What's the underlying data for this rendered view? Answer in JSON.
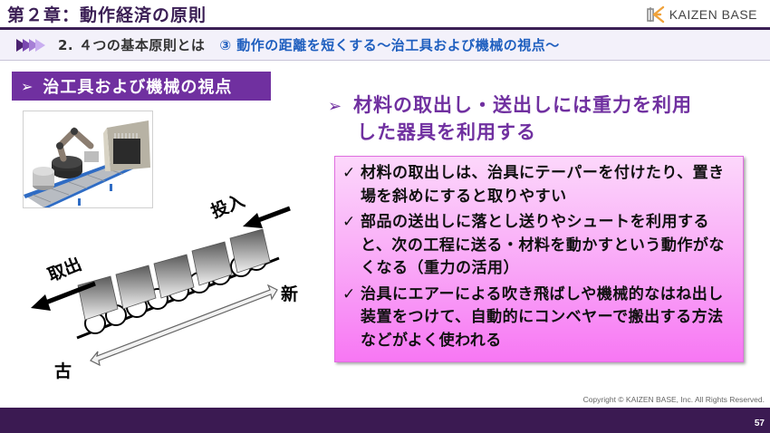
{
  "header": {
    "chapter_title": "第２章：動作経済の原則",
    "logo_text": "KAIZEN BASE",
    "accent_color": "#3b1f55",
    "logo_color": "#f0a23a"
  },
  "subheader": {
    "prefix": "2.  ４つの基本原則とは",
    "topic": "③ 動作の距離を短くする〜治工具および機械の視点〜",
    "topic_color": "#1f5fbf"
  },
  "left": {
    "section_label": "治工具および機械の視点",
    "section_chevron": "➢",
    "section_color": "#7030a0",
    "photo_alt": "robot arm and conveyor illustration",
    "diagram": {
      "label_in": "投入",
      "label_out": "取出",
      "label_new": "新",
      "label_old": "古"
    }
  },
  "right": {
    "heading_chevron": "➢",
    "heading_line1": "材料の取出し・送出しには重力を利用",
    "heading_line2": "した器具を利用する",
    "items": [
      {
        "check": "✓",
        "text": "材料の取出しは、治具にテーパーを付けたり、置き場を斜めにすると取りやすい"
      },
      {
        "check": "✓",
        "text": "部品の送出しに落とし送りやシュートを利用すると、次の工程に送る・材料を動かすという動作がなくなる（重力の活用）"
      },
      {
        "check": "✓",
        "text": "治具にエアーによる吹き飛ばしや機械的なはね出し装置をつけて、自動的にコンベヤーで搬出する方法などがよく使われる"
      }
    ]
  },
  "footer": {
    "copyright": "Copyright ©  KAIZEN BASE, Inc.  All Rights Reserved.",
    "page_number": "57"
  }
}
